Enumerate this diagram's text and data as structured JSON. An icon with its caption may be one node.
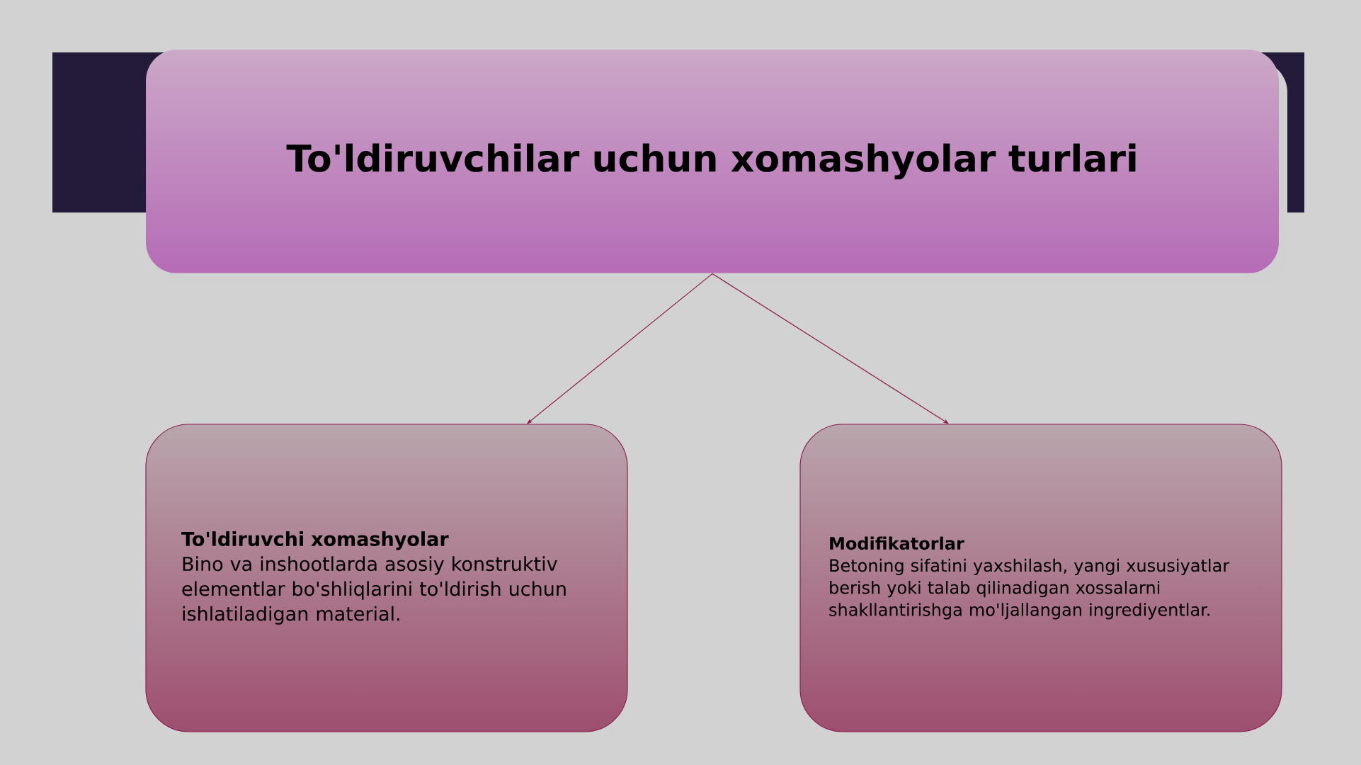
{
  "diagram": {
    "nodes": [
      {
        "text": [
          "To'ldiruvchilar uchun xomashyolar turlari"
        ]
      },
      {
        "text": [
          "To'ldiruvchi xomashyolar",
          "Bino va inshootlarda asosiy konstruktiv elementlar bo'shliqlarini to'ldirish uchun ishlatiladigan material."
        ]
      },
      {
        "text": [
          "Modifikatorlar",
          "Betoning sifatini yaxshilash, yangi xususiyatlar berish yoki talab qilinadigan xossalarni shakllantirishga mo'ljallangan ingrediyentlar."
        ]
      }
    ],
    "edges": [
      {
        "from": 0,
        "to": 1,
        "arrow": "to"
      },
      {
        "from": 0,
        "to": 2,
        "arrow": "to"
      }
    ]
  }
}
